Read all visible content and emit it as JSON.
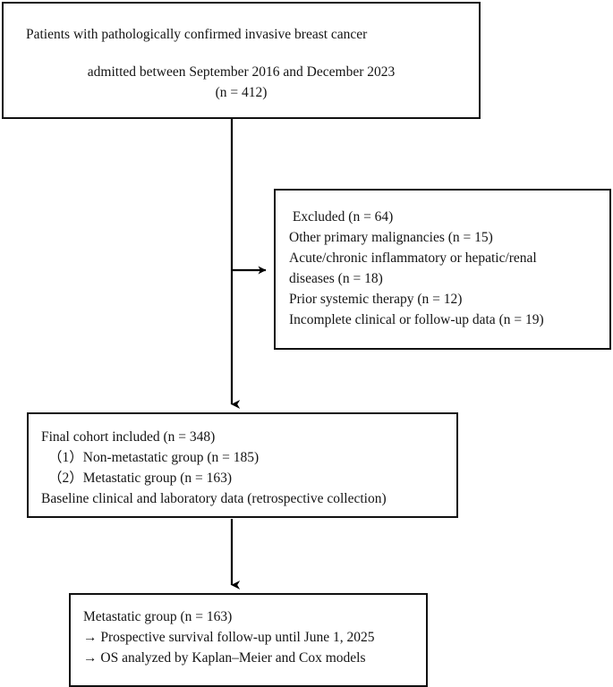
{
  "figure": {
    "type": "flowchart",
    "subject": "Study patient selection flow diagram",
    "colors": {
      "border": "#111111",
      "text": "#141414",
      "background": "#ffffff",
      "arrow": "#000000"
    }
  },
  "boxes": {
    "enrollment": {
      "name": "enrollment-box",
      "lines": [
        "Patients with pathologically confirmed invasive breast cancer",
        "admitted between September 2016 and December 2023",
        "(n = 412)"
      ]
    },
    "excluded": {
      "name": "excluded-box",
      "lines": [
        " Excluded (n = 64)",
        "Other primary malignancies (n = 15)",
        "Acute/chronic inflammatory or hepatic/renal",
        "diseases (n = 18)",
        "Prior systemic therapy (n = 12)",
        "Incomplete clinical or follow-up data (n = 19)"
      ]
    },
    "final_cohort": {
      "name": "final-cohort-box",
      "lines": [
        "Final cohort included (n = 348)",
        "（1）Non-metastatic group (n = 185)",
        "（2）Metastatic group (n = 163)",
        "Baseline clinical and laboratory data (retrospective collection)"
      ]
    },
    "followup": {
      "name": "followup-box",
      "lines": [
        "Metastatic group (n = 163)",
        "→ Prospective survival follow-up until June 1, 2025",
        "→ OS analyzed by Kaplan–Meier and Cox models"
      ]
    }
  },
  "connectors": [
    {
      "name": "enrollment-to-final-cohort-arrow",
      "orientation": "vertical",
      "head": "down"
    },
    {
      "name": "enrollment-to-excluded-arrow",
      "orientation": "horizontal",
      "head": "right"
    },
    {
      "name": "final-cohort-to-followup-arrow",
      "orientation": "vertical",
      "head": "down"
    }
  ],
  "counts": {
    "screened": 412,
    "excluded_total": 64,
    "excluded_other_primary_malignancies": 15,
    "excluded_inflammatory_or_hepatic_renal": 18,
    "excluded_prior_systemic_therapy": 12,
    "excluded_incomplete_data": 19,
    "final_cohort": 348,
    "non_metastatic": 185,
    "metastatic": 163
  }
}
